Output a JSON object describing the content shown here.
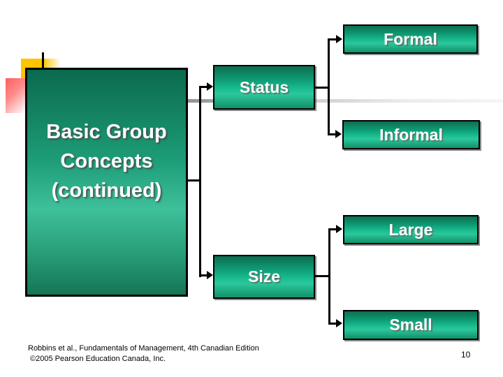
{
  "slide": {
    "footer_line1": "Robbins et al., Fundamentals of Management, 4th Canadian Edition",
    "footer_line2": "©2005 Pearson Education Canada, Inc.",
    "page_number": "10"
  },
  "diagram": {
    "root": {
      "label": "Basic Group Concepts (continued)"
    },
    "nodes": {
      "status": {
        "label": "Status"
      },
      "size": {
        "label": "Size"
      },
      "formal": {
        "label": "Formal"
      },
      "informal": {
        "label": "Informal"
      },
      "large": {
        "label": "Large"
      },
      "small": {
        "label": "Small"
      }
    },
    "structure": [
      {
        "branch": "Status",
        "children": [
          "Formal",
          "Informal"
        ]
      },
      {
        "branch": "Size",
        "children": [
          "Large",
          "Small"
        ]
      }
    ]
  },
  "colors": {
    "box_green_dark": "#0c6e50",
    "box_green_bright": "#2cc79b",
    "box_border": "#000000",
    "box_text": "#ffffff",
    "decoration_gold": "#ffc400",
    "decoration_red": "#ff5e5e",
    "divider_gray": "#8f8f8f",
    "background": "#ffffff"
  }
}
